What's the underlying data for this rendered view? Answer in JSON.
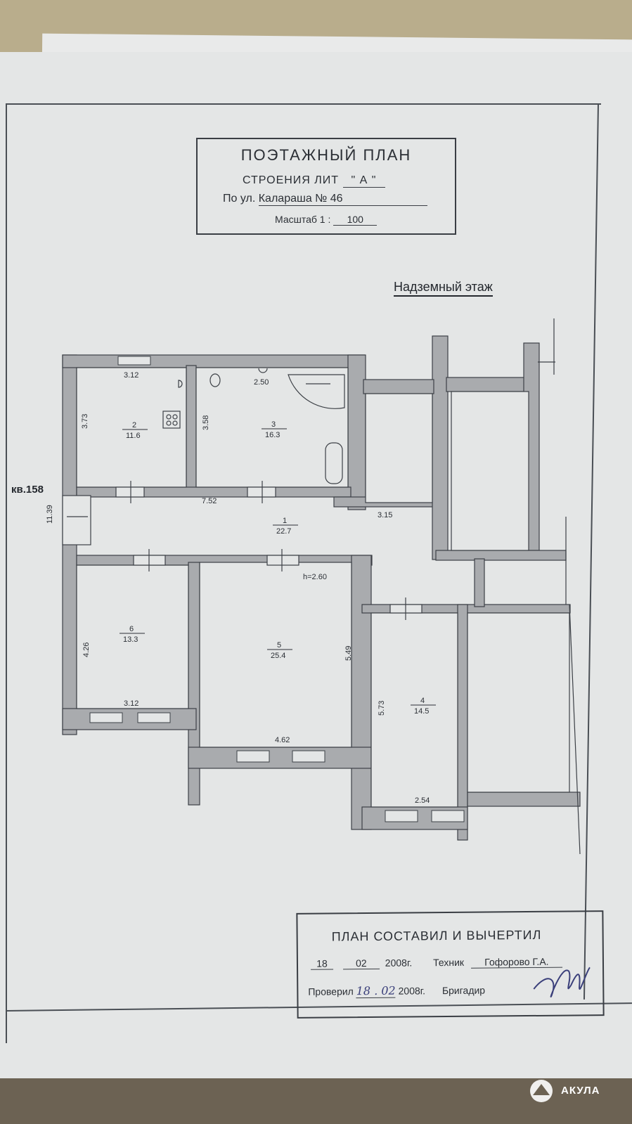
{
  "header": {
    "title": "ПОЭТАЖНЫЙ  ПЛАН",
    "building_prefix": "СТРОЕНИЯ ЛИТ",
    "building_lit": "\"  А  \"",
    "street_prefix": "По ул.",
    "street": "Калараша  № 46",
    "scale_prefix": "Масштаб 1 :",
    "scale_value": "100"
  },
  "floor_label": "Надземный этаж",
  "apartment_label": "кв.158",
  "rooms": [
    {
      "number": "1",
      "area": "22.7"
    },
    {
      "number": "2",
      "area": "11.6"
    },
    {
      "number": "3",
      "area": "16.3"
    },
    {
      "number": "4",
      "area": "14.5"
    },
    {
      "number": "5",
      "area": "25.4"
    },
    {
      "number": "6",
      "area": "13.3"
    }
  ],
  "dimensions": {
    "r2_width": "3.12",
    "r2_depth": "3.73",
    "r3_width": "2.50",
    "r3_depth": "3.58",
    "r1_length": "7.52",
    "r1_ext": "3.15",
    "total_left": "11.39",
    "height": "h=2.60",
    "r6_depth": "4.26",
    "r6_width": "3.12",
    "r5_depth": "5.49",
    "r5_width": "4.62",
    "r4_depth": "5.73",
    "r4_width": "2.54"
  },
  "signature_block": {
    "title": "ПЛАН  СОСТАВИЛ  И ВЫЧЕРТИЛ",
    "day": "18",
    "month": "02",
    "year_suffix": "2008г.",
    "tech_label": "Техник",
    "tech_name": "Гофорово Г.А.",
    "checked_label": "Проверил",
    "checked_date": "18 . 02",
    "checked_year": "2008г.",
    "brigadier_label": "Бригадир"
  },
  "watermark": "АКУЛА"
}
